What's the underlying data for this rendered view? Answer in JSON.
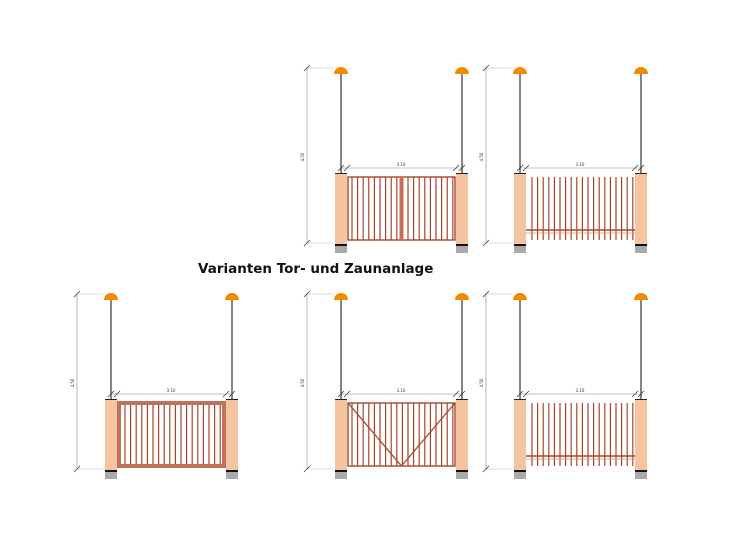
{
  "title": "Varianten Tor- und Zaunanlage",
  "dimensions": {
    "height": "4.50",
    "width": "3.10"
  },
  "colors": {
    "lamp": "#f28a00",
    "post": "#f4c5a0",
    "bars": "#a5472b",
    "frame": "#c2705a",
    "pole": "#333333",
    "base": "#a8aaac"
  },
  "panels": [
    {
      "name": "double-gate",
      "variant": "double"
    },
    {
      "name": "fence-with-rail-top",
      "variant": "rail"
    },
    {
      "name": "sliding-gate",
      "variant": "sliding"
    },
    {
      "name": "swing-gate-diagonal",
      "variant": "diagonal"
    },
    {
      "name": "fence-with-rail-bottom",
      "variant": "rail"
    }
  ]
}
